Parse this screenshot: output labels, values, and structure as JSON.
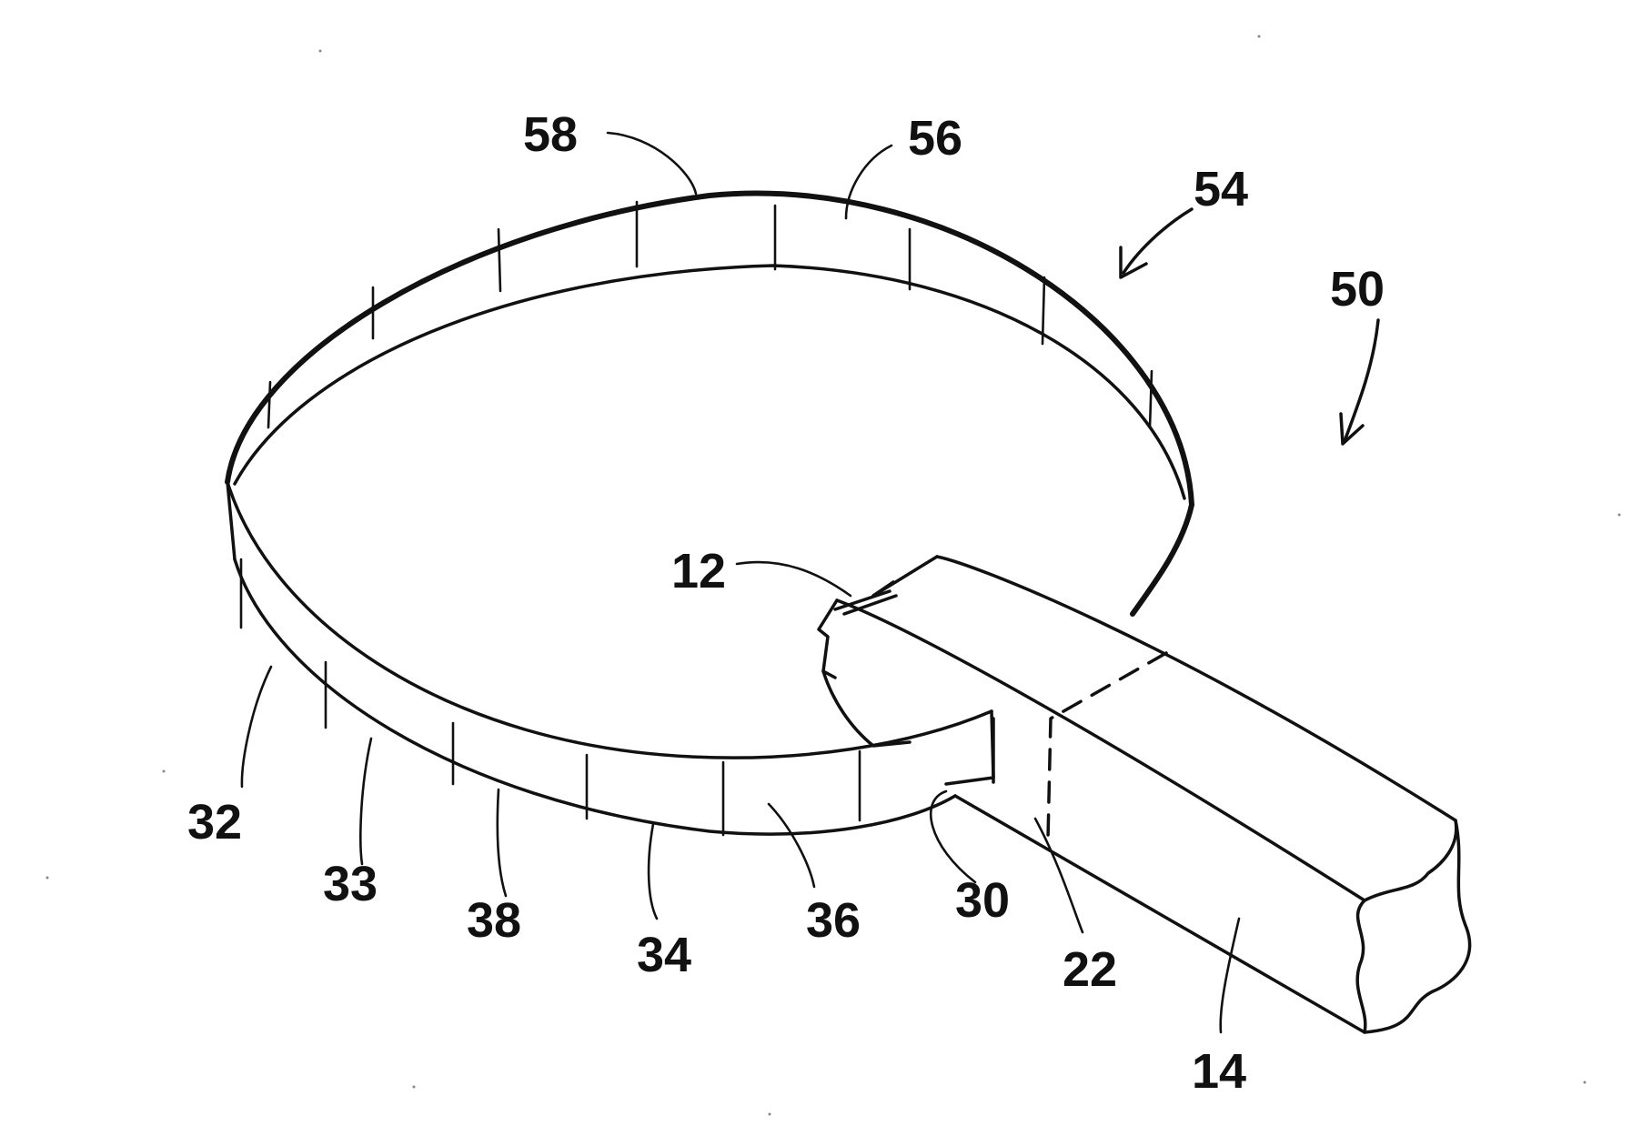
{
  "figure": {
    "labels": {
      "ref_58": "58",
      "ref_56": "56",
      "ref_54": "54",
      "ref_50": "50",
      "ref_12": "12",
      "ref_32": "32",
      "ref_33": "33",
      "ref_38": "38",
      "ref_34": "34",
      "ref_36": "36",
      "ref_30": "30",
      "ref_22": "22",
      "ref_14": "14"
    }
  }
}
